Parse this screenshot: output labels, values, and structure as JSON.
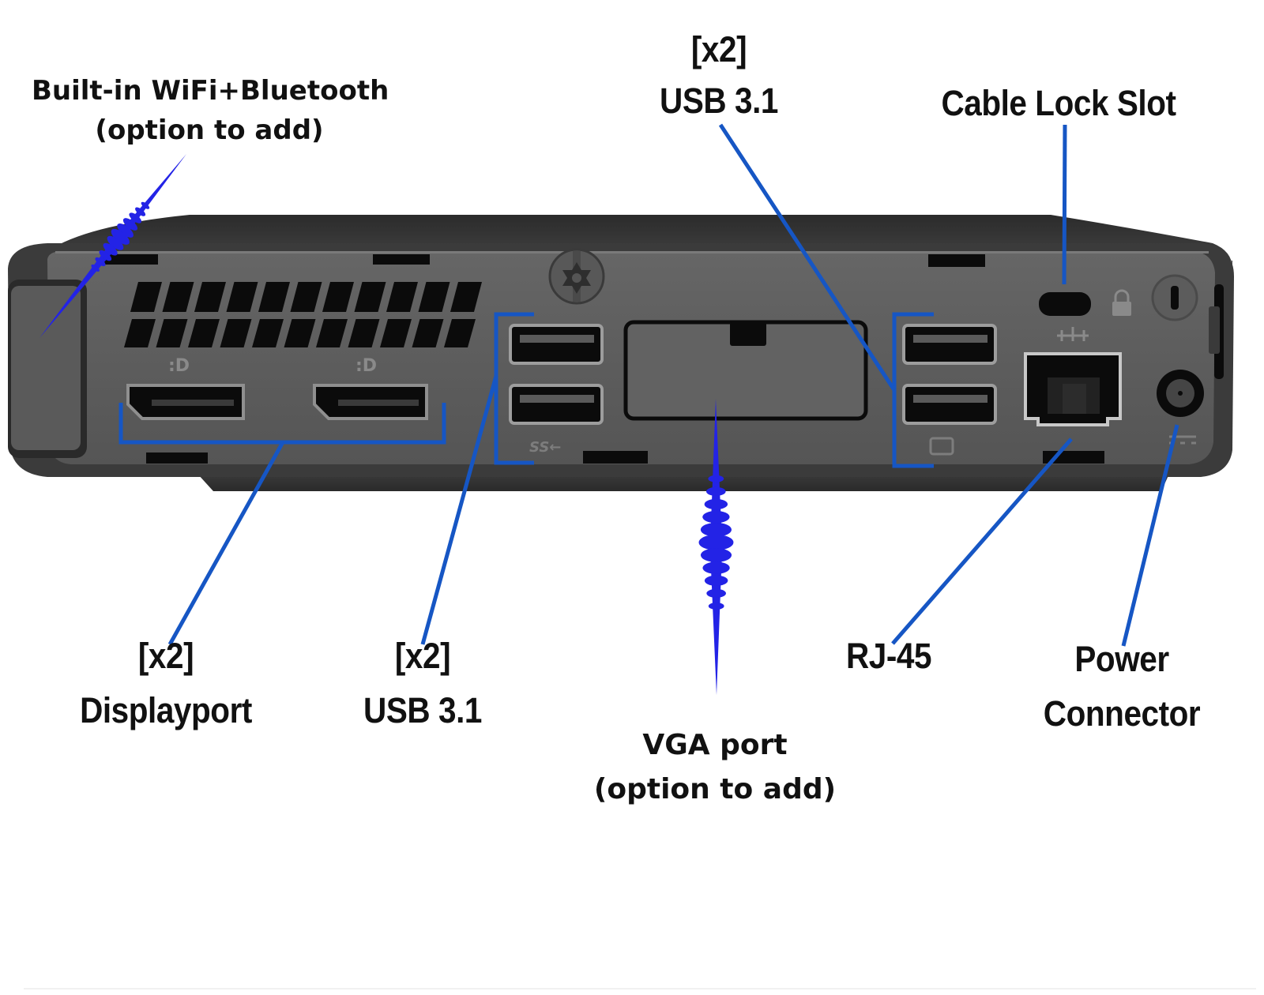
{
  "diagram": {
    "subject": "Mini PC rear I/O panel",
    "colors": {
      "background": "#ffffff",
      "chassis_dark": "#3a3a3a",
      "chassis_face": "#5f5f5f",
      "port_black": "#0b0b0b",
      "port_rim": "#a8a8a8",
      "leader_line": "#1656c4",
      "optional_pointer": "#2323e6",
      "label_text": "#111111"
    },
    "labels": {
      "wifi": {
        "line1": "Built-in WiFi+Bluetooth",
        "line2": "(option to add)"
      },
      "usb_top": {
        "line1": "[x2]",
        "line2": "USB 3.1"
      },
      "cable_lock": {
        "line1": "Cable Lock Slot"
      },
      "displayport": {
        "line1": "[x2]",
        "line2": "Displayport"
      },
      "usb_bottom": {
        "line1": "[x2]",
        "line2": "USB 3.1"
      },
      "rj45": {
        "line1": "RJ-45"
      },
      "power": {
        "line1": "Power",
        "line2": "Connector"
      },
      "vga": {
        "line1": "VGA port",
        "line2": "(option to add)"
      }
    },
    "port_glyphs": {
      "displayport_icon": ":D",
      "usb_ss_icon": "SS←",
      "network_icon": "network",
      "lock_icon": "padlock",
      "dc_icon": "dc-power"
    },
    "callouts": [
      {
        "label": "Built-in WiFi+Bluetooth (option to add)",
        "target": "wifi-antenna-cover",
        "style": "optional-pointer"
      },
      {
        "label": "[x2] USB 3.1",
        "target": "usb-pair-right",
        "style": "leader-bracket"
      },
      {
        "label": "Cable Lock Slot",
        "target": "cable-lock-slot",
        "style": "leader"
      },
      {
        "label": "[x2] Displayport",
        "target": "displayport-pair",
        "style": "leader-bracket"
      },
      {
        "label": "[x2] USB 3.1",
        "target": "usb-pair-left",
        "style": "leader-bracket"
      },
      {
        "label": "RJ-45",
        "target": "rj45-port",
        "style": "leader"
      },
      {
        "label": "Power Connector",
        "target": "dc-power-jack",
        "style": "leader"
      },
      {
        "label": "VGA port (option to add)",
        "target": "flex-io-cover",
        "style": "optional-pointer"
      }
    ]
  }
}
